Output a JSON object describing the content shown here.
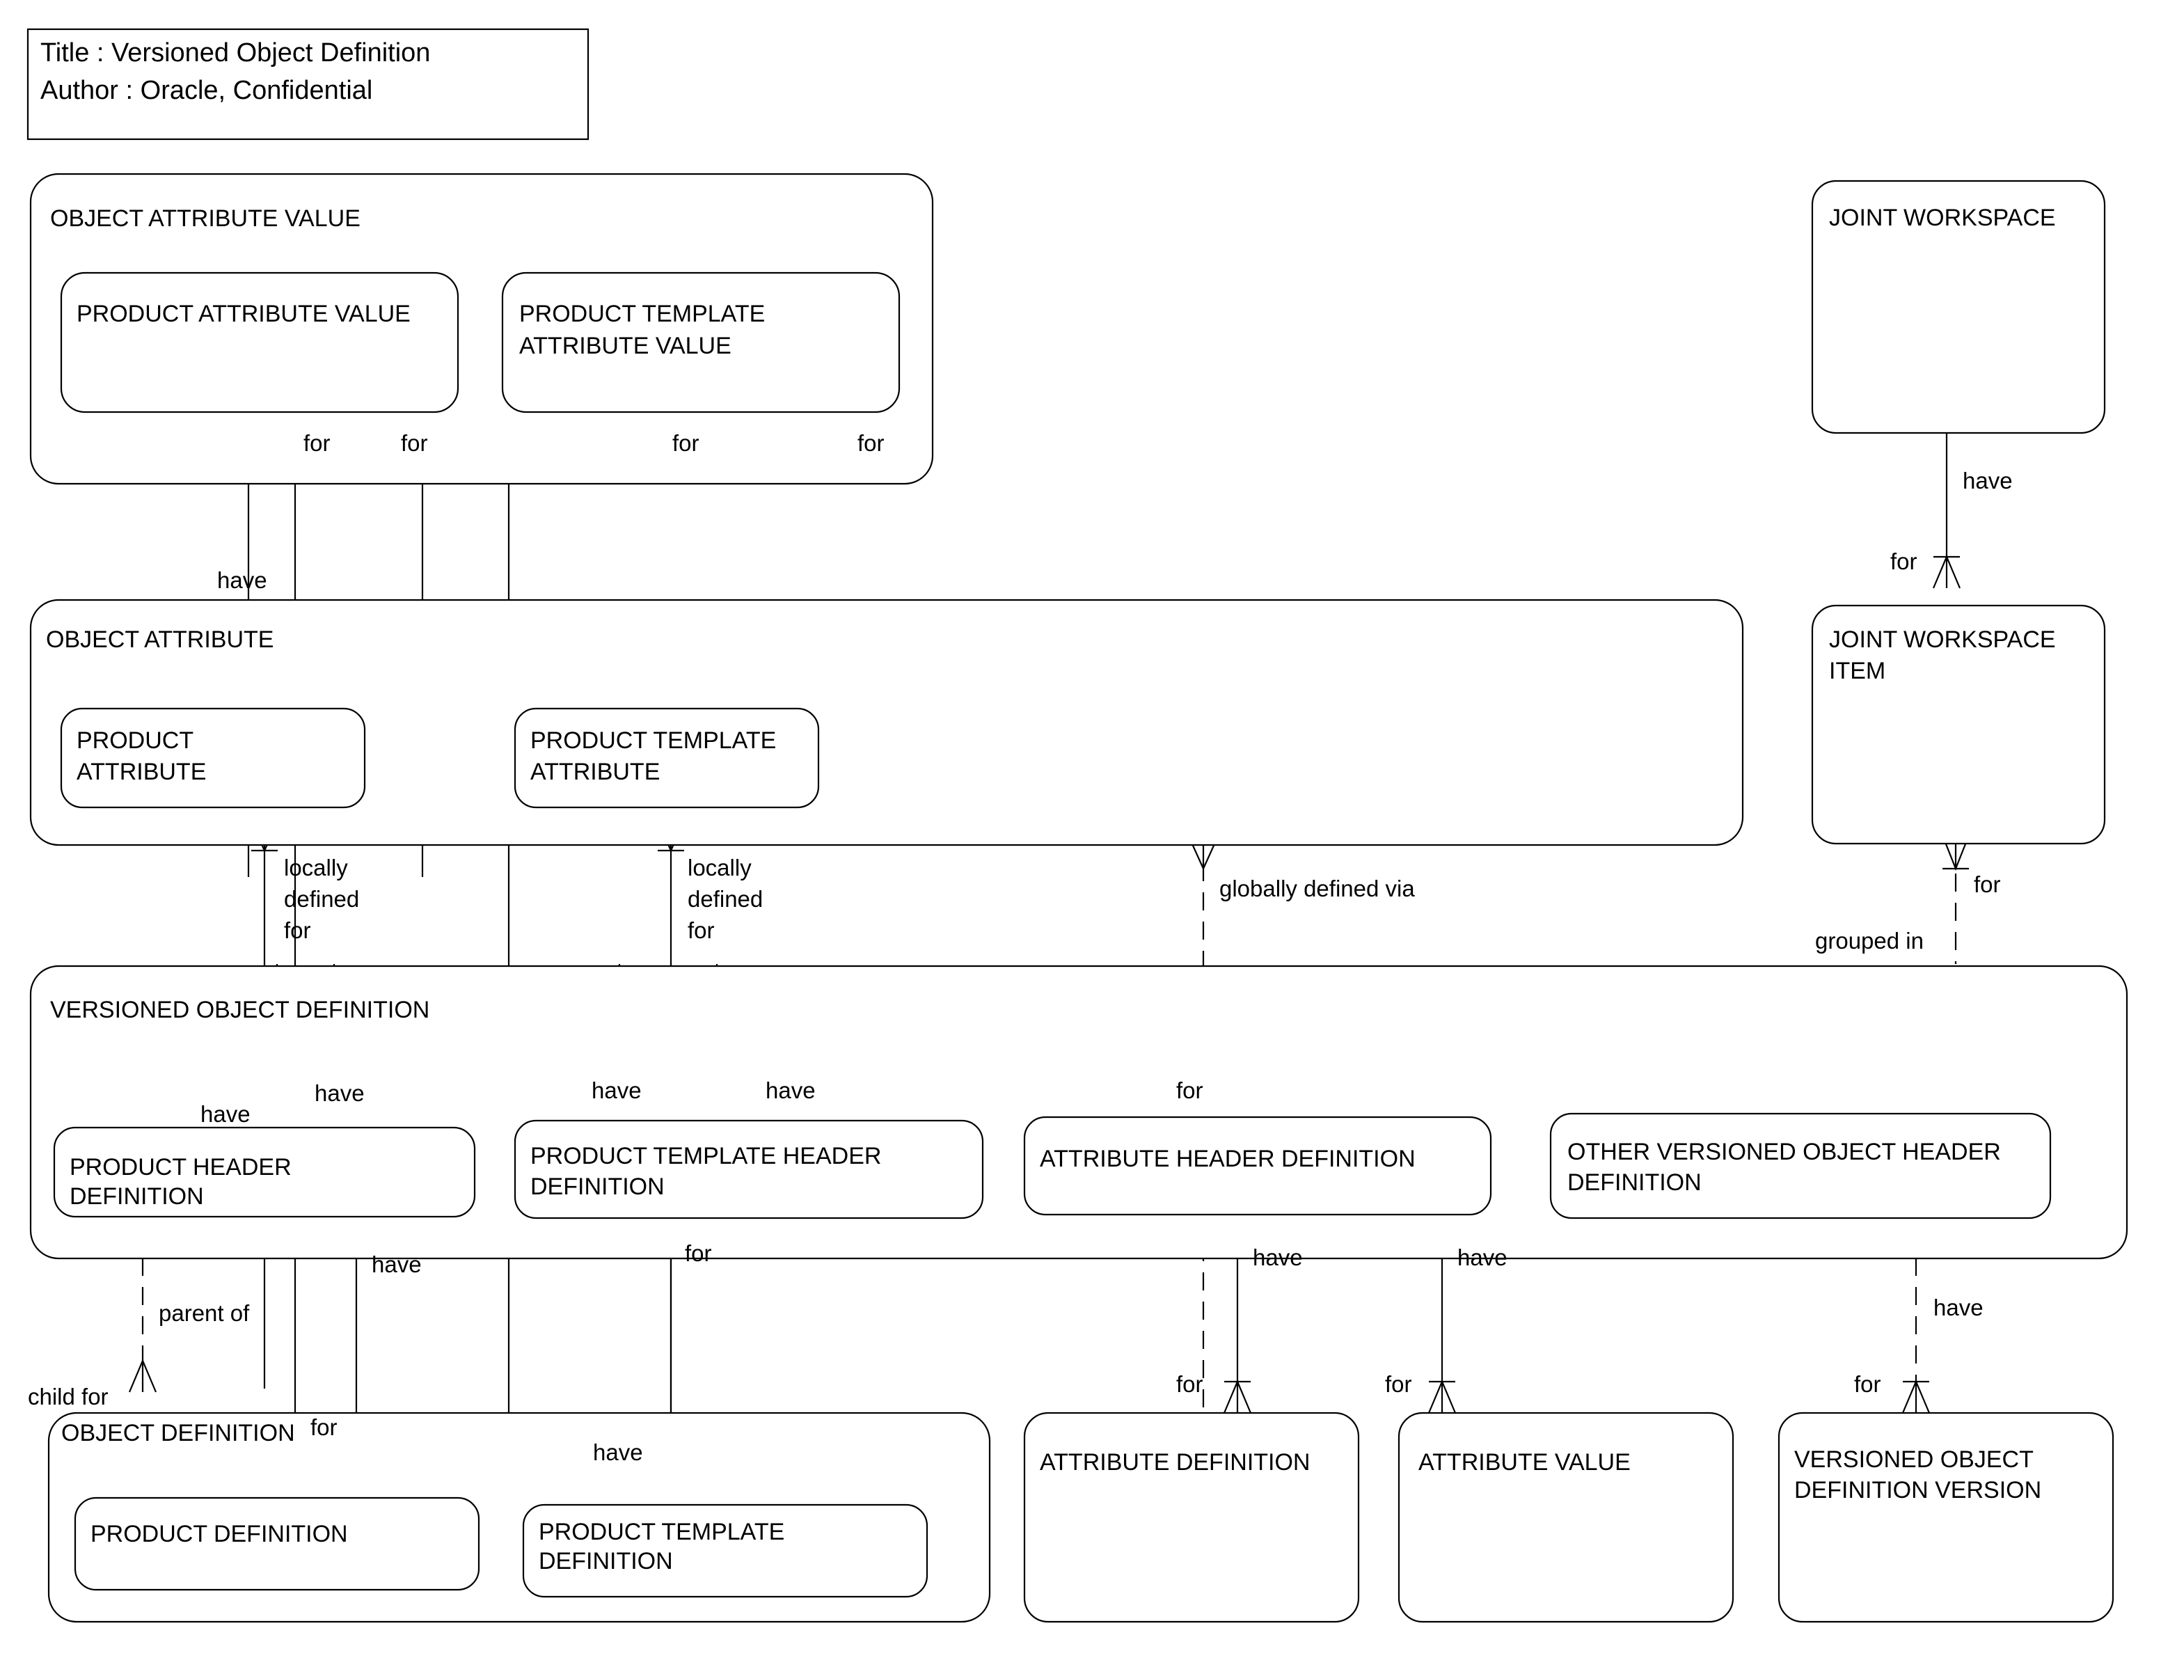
{
  "diagram": {
    "title_line1": "Title : Versioned Object Definition",
    "title_line2": "Author : Oracle, Confidential"
  },
  "groups": [
    {
      "id": "object-attribute-value",
      "label": "OBJECT ATTRIBUTE VALUE"
    },
    {
      "id": "object-attribute",
      "label": "OBJECT ATTRIBUTE"
    },
    {
      "id": "versioned-object-definition",
      "label": "VERSIONED OBJECT DEFINITION"
    },
    {
      "id": "object-definition",
      "label": "OBJECT DEFINITION"
    }
  ],
  "entities": [
    {
      "id": "product-attribute-value",
      "label_1": "PRODUCT ATTRIBUTE VALUE",
      "label_2": ""
    },
    {
      "id": "product-template-attribute-value",
      "label_1": "PRODUCT TEMPLATE",
      "label_2": "ATTRIBUTE VALUE"
    },
    {
      "id": "joint-workspace",
      "label_1": "JOINT WORKSPACE",
      "label_2": ""
    },
    {
      "id": "product-attribute",
      "label_1": "PRODUCT",
      "label_2": "ATTRIBUTE"
    },
    {
      "id": "product-template-attribute",
      "label_1": "PRODUCT TEMPLATE",
      "label_2": "ATTRIBUTE"
    },
    {
      "id": "joint-workspace-item",
      "label_1": "JOINT WORKSPACE",
      "label_2": "ITEM"
    },
    {
      "id": "product-header-definition",
      "label_1": "PRODUCT HEADER",
      "label_2": "DEFINITION"
    },
    {
      "id": "product-template-header-definition",
      "label_1": "PRODUCT TEMPLATE HEADER",
      "label_2": "DEFINITION"
    },
    {
      "id": "attribute-header-definition",
      "label_1": "ATTRIBUTE HEADER DEFINITION",
      "label_2": ""
    },
    {
      "id": "other-versioned-object-header-definition",
      "label_1": "OTHER VERSIONED OBJECT HEADER",
      "label_2": "DEFINITION"
    },
    {
      "id": "product-definition",
      "label_1": "PRODUCT DEFINITION",
      "label_2": ""
    },
    {
      "id": "product-template-definition",
      "label_1": "PRODUCT TEMPLATE",
      "label_2": "DEFINITION"
    },
    {
      "id": "attribute-definition",
      "label_1": "ATTRIBUTE DEFINITION",
      "label_2": ""
    },
    {
      "id": "attribute-value",
      "label_1": "ATTRIBUTE VALUE",
      "label_2": ""
    },
    {
      "id": "versioned-object-definition-version",
      "label_1": "VERSIONED OBJECT",
      "label_2": "DEFINITION VERSION"
    }
  ],
  "relationship_labels": {
    "for_1": "for",
    "for_2": "for",
    "for_3": "for",
    "for_4": "for",
    "have_1": "have",
    "have_2": "have",
    "locally_defined_for_1_a": "locally",
    "locally_defined_for_1_b": "defined",
    "locally_defined_for_1_c": "for",
    "locally_defined_for_2_a": "locally",
    "locally_defined_for_2_b": "defined",
    "locally_defined_for_2_c": "for",
    "globally_defined_via": "globally defined via",
    "jw_have": "have",
    "jw_for": "for",
    "jwi_for": "for",
    "grouped_in": "grouped in",
    "vod_have_1": "have",
    "vod_have_2": "have",
    "vod_have_3": "have",
    "vod_have_4": "have",
    "vod_for": "for",
    "ahd_for": "for",
    "phd_have": "have",
    "pthd_for": "for",
    "parent_of": "parent of",
    "child_for": "child for",
    "od_for": "for",
    "ptd_have": "have",
    "ad_have": "have",
    "av_have": "have",
    "vodv_have": "have",
    "ad_for": "for",
    "av_for": "for",
    "vodv_for": "for"
  },
  "colors": {
    "stroke": "#000000",
    "fill": "#ffffff",
    "text": "#000000"
  }
}
